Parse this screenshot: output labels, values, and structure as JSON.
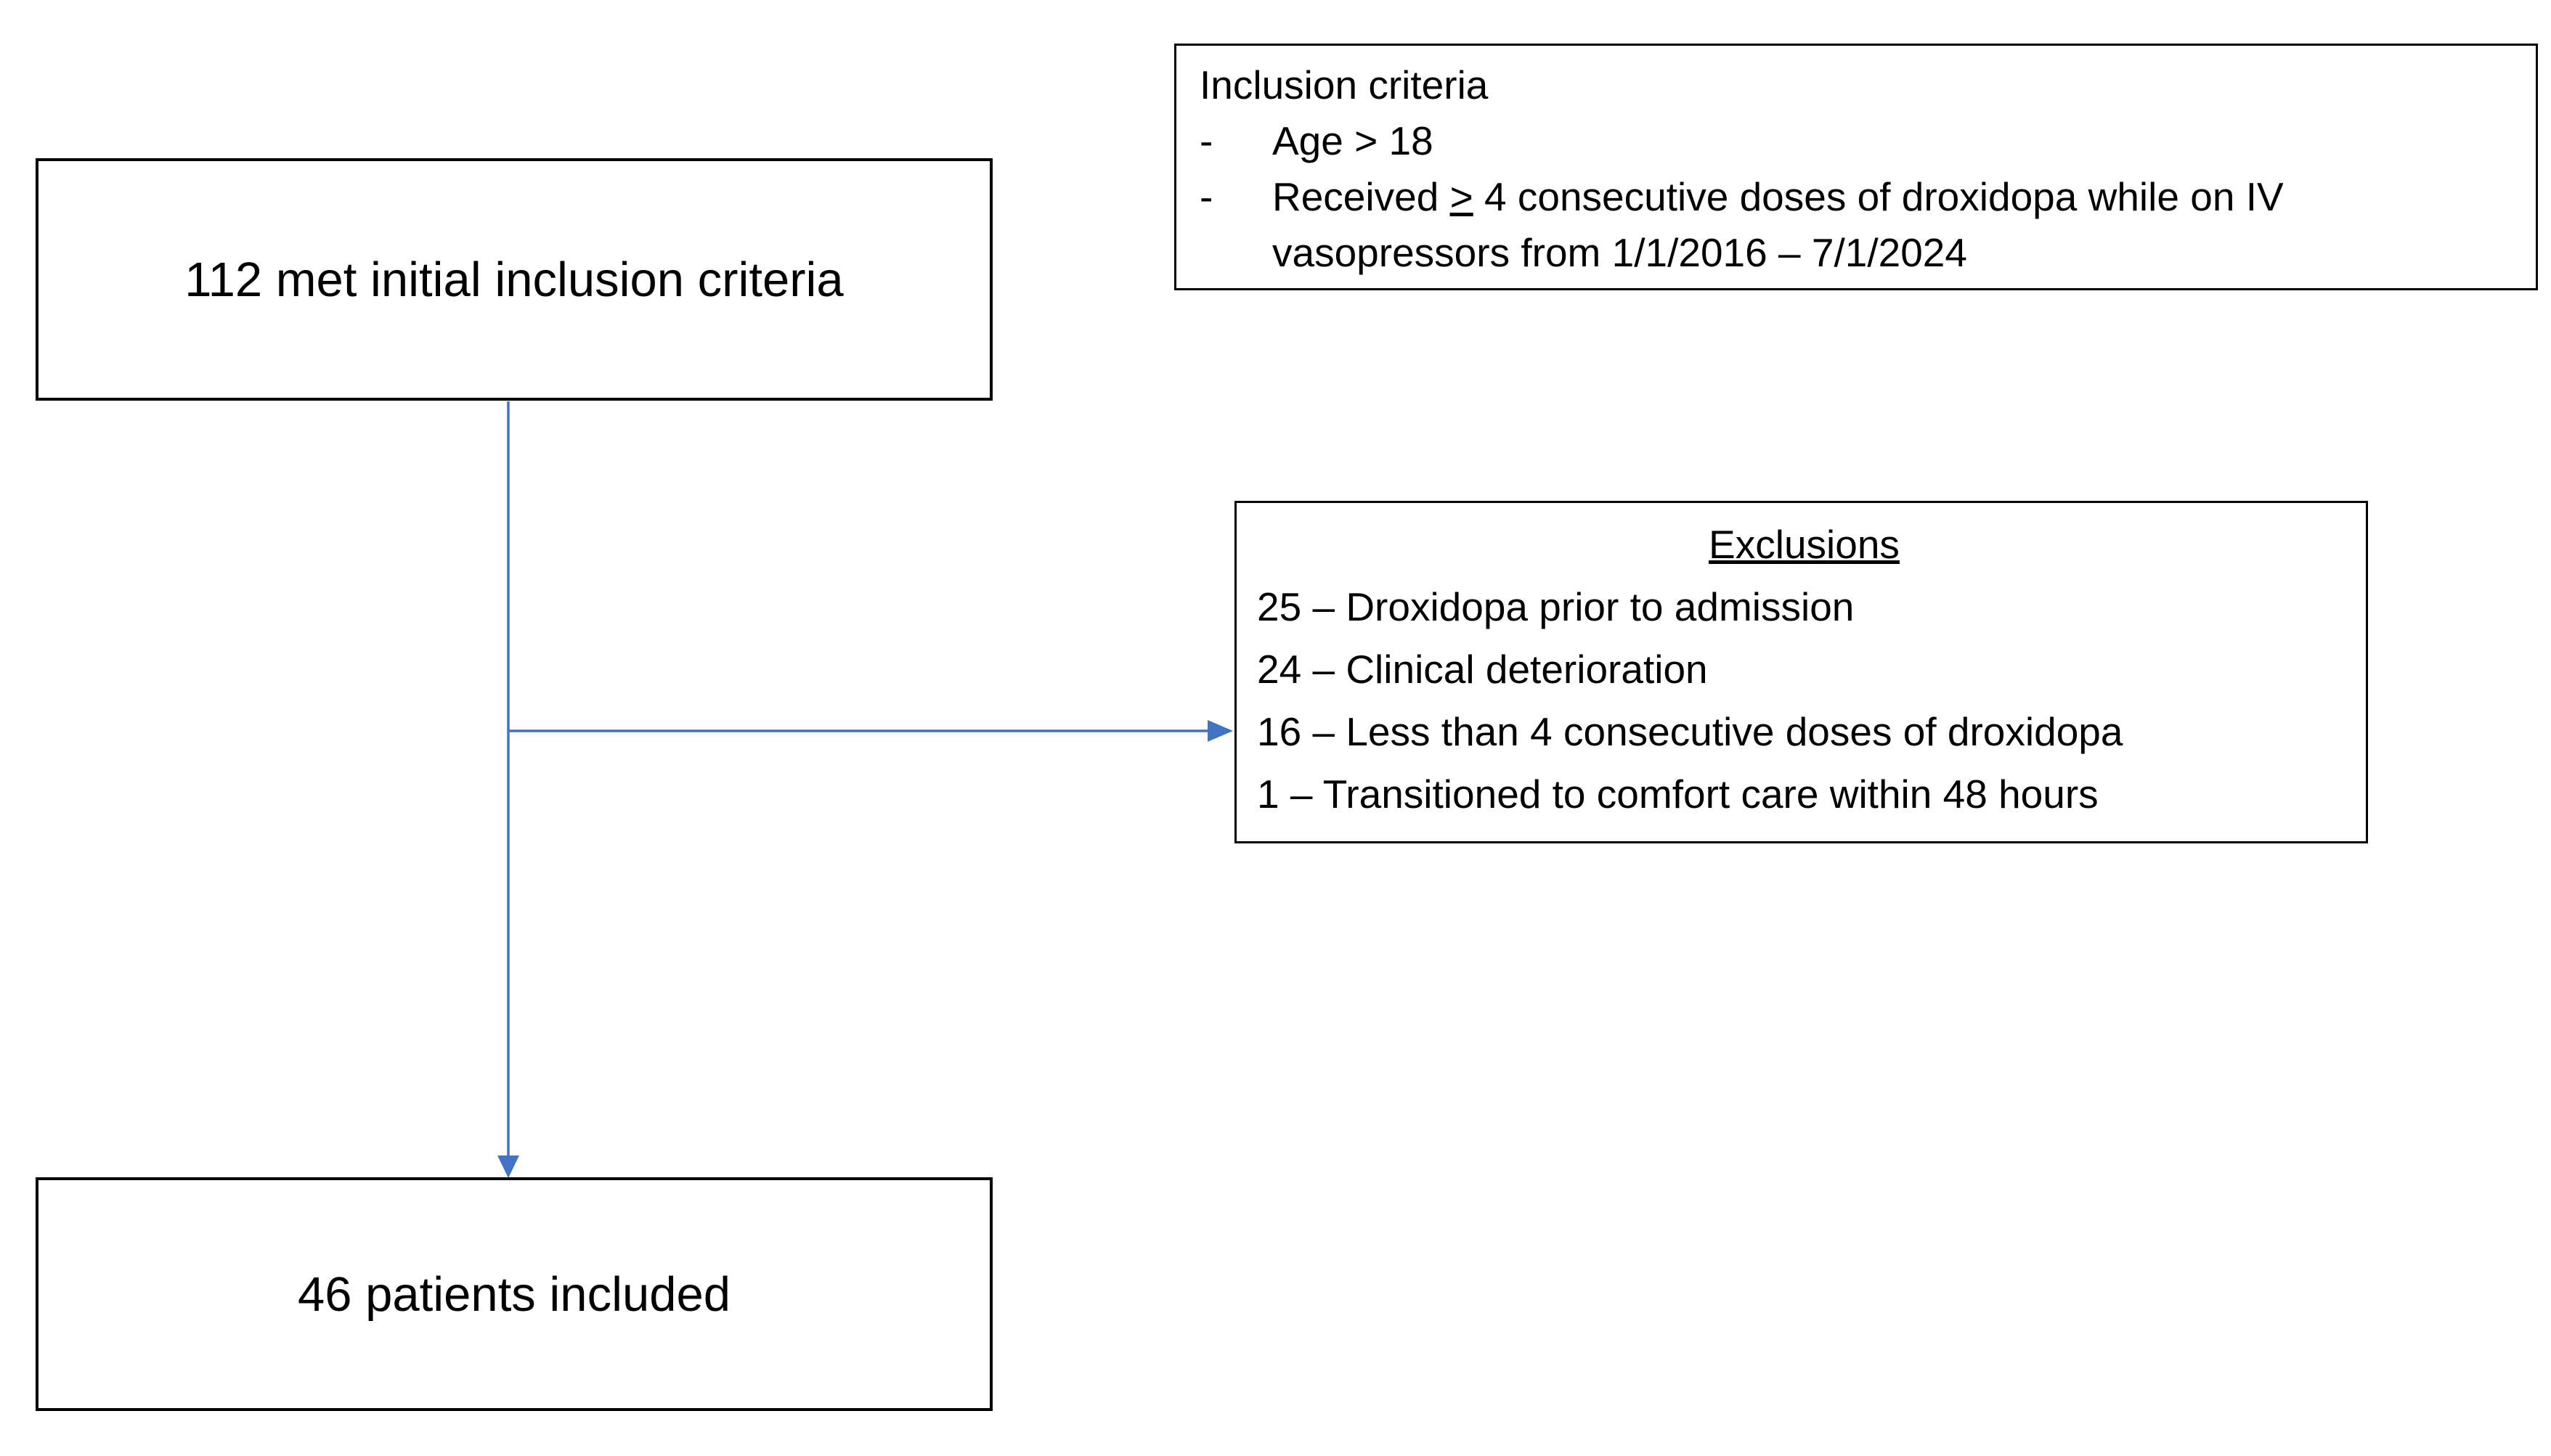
{
  "colors": {
    "arrow": "#4472C4",
    "border": "#000000",
    "text": "#000000",
    "background": "#FFFFFF"
  },
  "flow": {
    "initial_box": {
      "label": "112 met initial inclusion criteria"
    },
    "inclusion_box": {
      "title": "Inclusion criteria",
      "bullet_char": "-",
      "item1": "Age > 18",
      "item2_prefix": "Received ",
      "item2_geq": ">",
      "item2_rest": " 4 consecutive doses of droxidopa while on IV vasopressors from 1/1/2016 – 7/1/2024"
    },
    "exclusions_box": {
      "title": "Exclusions",
      "items": [
        "25 – Droxidopa prior to admission",
        "24 – Clinical deterioration",
        "16 – Less than 4 consecutive doses of droxidopa",
        "1 – Transitioned to comfort care within 48 hours"
      ]
    },
    "included_box": {
      "label": "46 patients included"
    }
  }
}
